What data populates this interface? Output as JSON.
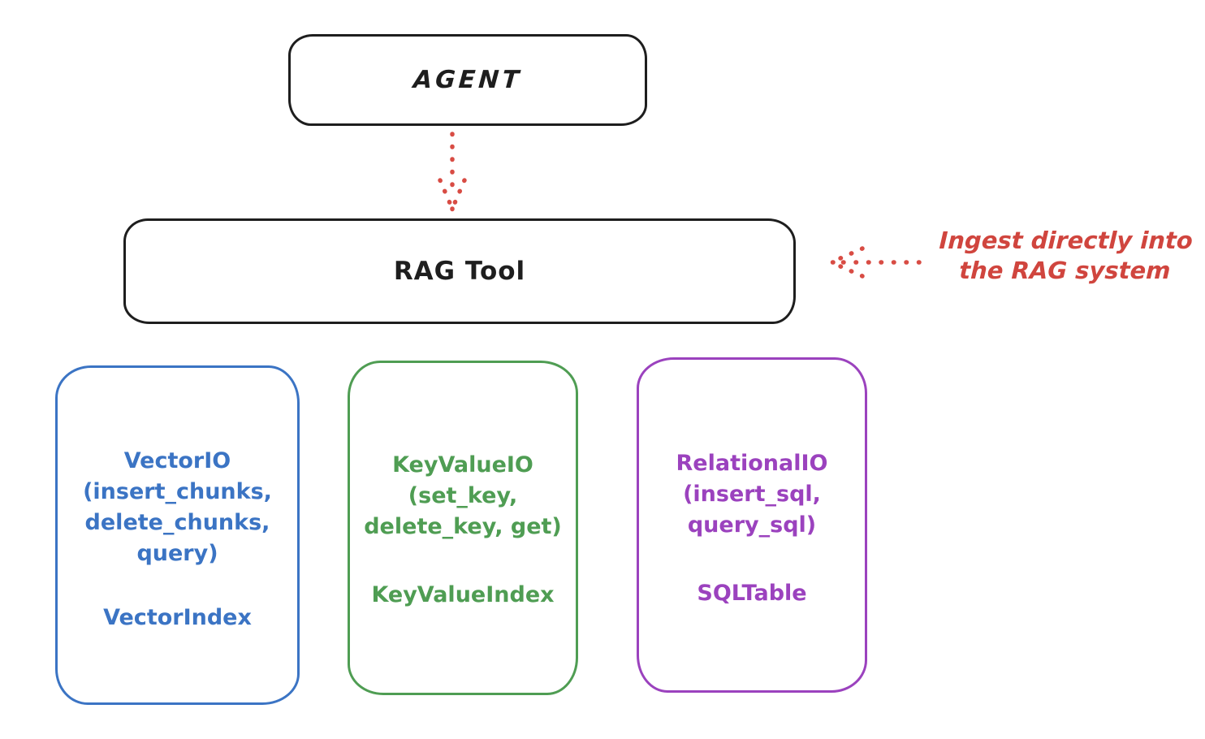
{
  "diagram": {
    "agent": {
      "label": "AGENT"
    },
    "rag_tool": {
      "label": "RAG Tool"
    },
    "annotation": {
      "line1": "Ingest directly into",
      "line2": "the RAG system"
    },
    "cards": [
      {
        "name": "vector-io",
        "lines": [
          "VectorIO",
          "(insert_chunks,",
          "delete_chunks,",
          "query)"
        ],
        "index_label": "VectorIndex",
        "color": "#3b74c4"
      },
      {
        "name": "keyvalue-io",
        "lines": [
          "KeyValueIO",
          "(set_key,",
          "delete_key, get)"
        ],
        "index_label": "KeyValueIndex",
        "color": "#4f9d53"
      },
      {
        "name": "relational-io",
        "lines": [
          "RelationalIO",
          "(insert_sql,",
          "query_sql)"
        ],
        "index_label": "SQLTable",
        "color": "#9b42be"
      }
    ],
    "colors": {
      "stroke": "#1e1e1e",
      "accent_red": "#d0453e",
      "background": "#ffffff"
    }
  }
}
